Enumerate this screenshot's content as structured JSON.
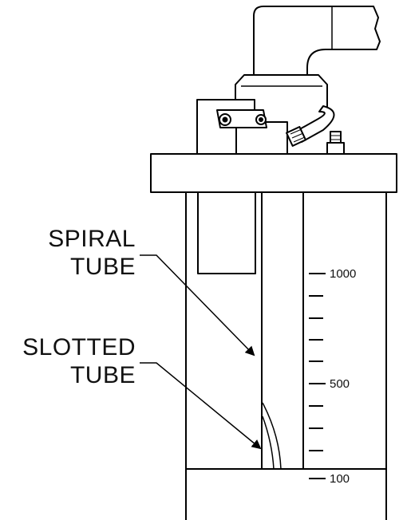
{
  "labels": {
    "spiral_tube": [
      "SPIRAL",
      "TUBE"
    ],
    "slotted_tube": [
      "SLOTTED",
      "TUBE"
    ]
  },
  "scale": {
    "ticks": [
      "1000",
      "500",
      "100"
    ]
  }
}
